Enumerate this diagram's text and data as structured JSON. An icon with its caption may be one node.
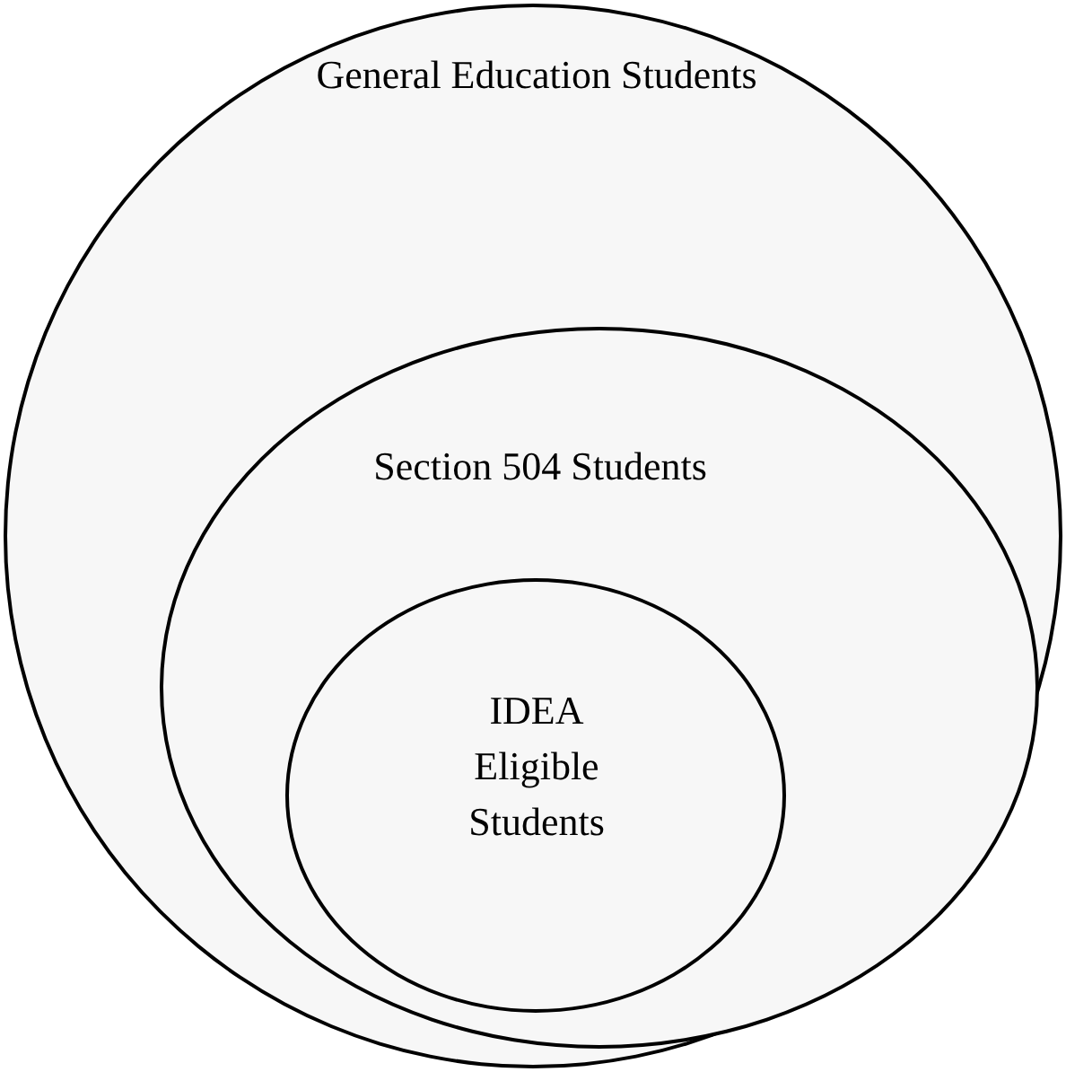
{
  "diagram": {
    "nodes": [
      {
        "text": [
          "General Education Students"
        ]
      },
      {
        "text": [
          "Section 504 Students"
        ],
        "in": 0
      },
      {
        "text": [
          "IDEA Eligible Students"
        ],
        "in": 1
      }
    ]
  }
}
